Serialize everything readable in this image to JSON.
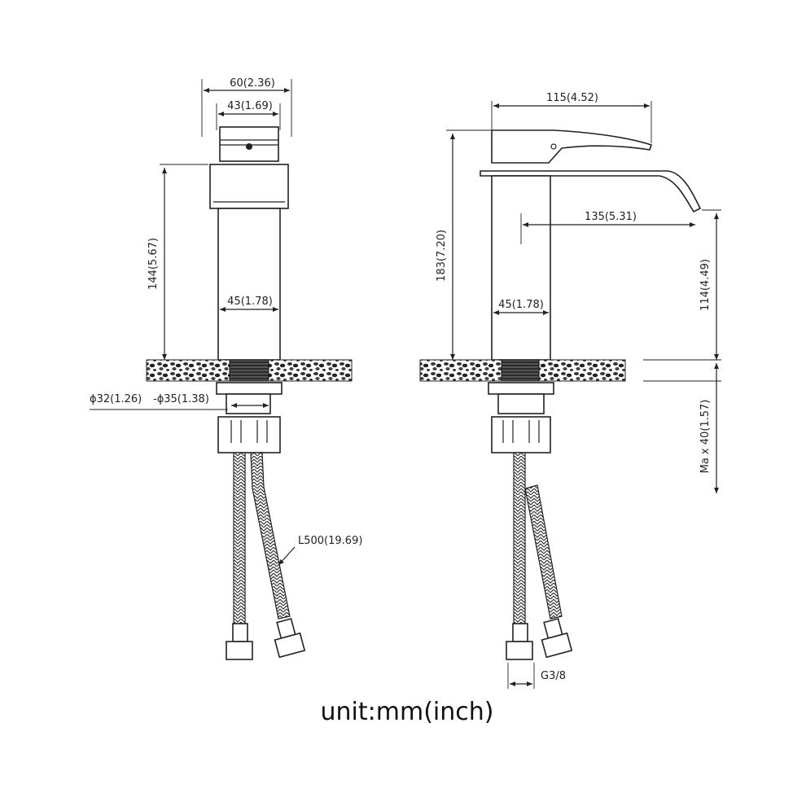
{
  "front_view": {
    "top_width_label": "60(2.36)",
    "handle_width_label": "43(1.69)",
    "height_label": "144(5.67)",
    "body_width_label": "45(1.78)",
    "shank_label_a": "ϕ32(1.26)",
    "shank_label_b": "-ϕ35(1.38)",
    "hose_length_label": "L500(19.69)"
  },
  "side_view": {
    "handle_length_label": "115(4.52)",
    "height_label": "183(7.20)",
    "spout_reach_label": "135(5.31)",
    "body_width_label": "45(1.78)",
    "spout_height_label": "114(4.49)",
    "deck_thickness_label": "Ma x 40(1.57)",
    "thread_label": "G3/8"
  },
  "unit_caption": "unit:mm(inch)"
}
